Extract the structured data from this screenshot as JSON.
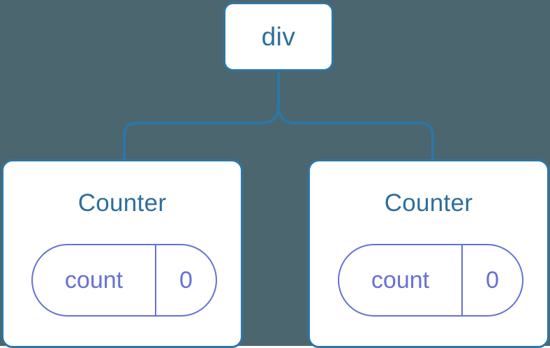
{
  "diagram": {
    "type": "component-tree",
    "background_color": "#4b666f",
    "node_border_color": "#2d76a5",
    "node_fill_color": "#ffffff",
    "node_text_color": "#2d6f9b",
    "state_accent_color": "#6571d4",
    "connector_color": "#2d76a5"
  },
  "root": {
    "label": "div"
  },
  "children": [
    {
      "title": "Counter",
      "state": {
        "key": "count",
        "value": "0"
      }
    },
    {
      "title": "Counter",
      "state": {
        "key": "count",
        "value": "0"
      }
    }
  ]
}
